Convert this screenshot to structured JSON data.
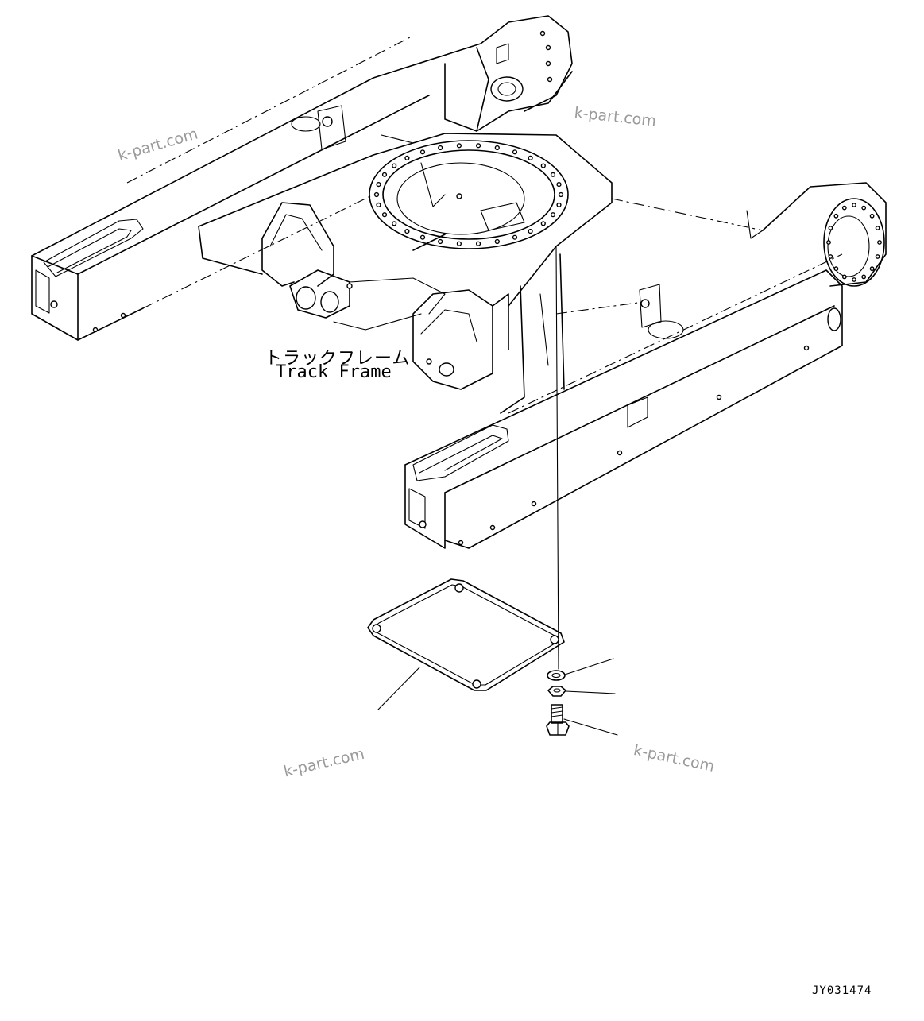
{
  "labels": {
    "track_frame_jp": "トラックフレーム",
    "track_frame_en": "Track Frame",
    "drawing_number": "JY031474"
  },
  "watermarks": [
    "k-part.com",
    "k-part.com",
    "k-part.com",
    "k-part.com"
  ],
  "colors": {
    "ink": "#000000",
    "watermark": "#9a9a9a",
    "background": "#ffffff"
  }
}
